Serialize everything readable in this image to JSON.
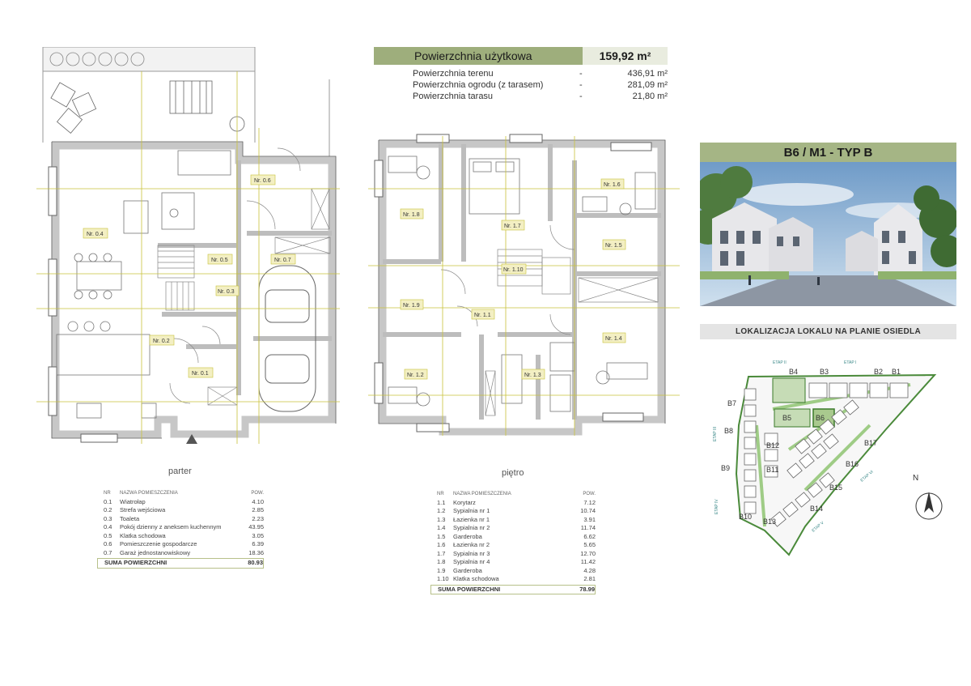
{
  "summary": {
    "title": "Powierzchnia użytkowa",
    "title_value": "159,92 m²",
    "rows": [
      {
        "name": "Powierzchnia terenu",
        "dash": "-",
        "value": "436,91 m²"
      },
      {
        "name": "Powierzchnia ogrodu (z tarasem)",
        "dash": "-",
        "value": "281,09 m²"
      },
      {
        "name": "Powierzchnia tarasu",
        "dash": "-",
        "value": "21,80 m²"
      }
    ]
  },
  "ground_floor": {
    "caption": "parter",
    "rooms": [
      "Nr. 0.1",
      "Nr. 0.2",
      "Nr. 0.3",
      "Nr. 0.4",
      "Nr. 0.5",
      "Nr. 0.6",
      "Nr. 0.7"
    ],
    "table": {
      "headers": {
        "nr": "NR",
        "name": "NAZWA POMIESZCZENIA",
        "area": "POW."
      },
      "rows": [
        {
          "nr": "0.1",
          "name": "Wiatrołap",
          "area": "4.10"
        },
        {
          "nr": "0.2",
          "name": "Strefa wejściowa",
          "area": "2.85"
        },
        {
          "nr": "0.3",
          "name": "Toaleta",
          "area": "2.23"
        },
        {
          "nr": "0.4",
          "name": "Pokój dzienny z aneksem kuchennym",
          "area": "43.95"
        },
        {
          "nr": "0.5",
          "name": "Klatka schodowa",
          "area": "3.05"
        },
        {
          "nr": "0.6",
          "name": "Pomieszczenie gospodarcze",
          "area": "6.39"
        },
        {
          "nr": "0.7",
          "name": "Garaż jednostanowiskowy",
          "area": "18.36"
        }
      ],
      "sum_label": "SUMA POWIERZCHNI",
      "sum_value": "80.93"
    }
  },
  "upper_floor": {
    "caption": "piętro",
    "rooms": [
      "Nr. 1.1",
      "Nr. 1.2",
      "Nr. 1.3",
      "Nr. 1.4",
      "Nr. 1.5",
      "Nr. 1.6",
      "Nr. 1.7",
      "Nr. 1.8",
      "Nr. 1.9",
      "Nr. 1.10"
    ],
    "table": {
      "headers": {
        "nr": "NR",
        "name": "NAZWA POMIESZCZENIA",
        "area": "POW."
      },
      "rows": [
        {
          "nr": "1.1",
          "name": "Korytarz",
          "area": "7.12"
        },
        {
          "nr": "1.2",
          "name": "Sypialnia nr 1",
          "area": "10.74"
        },
        {
          "nr": "1.3",
          "name": "Łazienka nr 1",
          "area": "3.91"
        },
        {
          "nr": "1.4",
          "name": "Sypialnia nr 2",
          "area": "11.74"
        },
        {
          "nr": "1.5",
          "name": "Garderoba",
          "area": "6.62"
        },
        {
          "nr": "1.6",
          "name": "Łazienka nr 2",
          "area": "5.65"
        },
        {
          "nr": "1.7",
          "name": "Sypialnia nr 3",
          "area": "12.70"
        },
        {
          "nr": "1.8",
          "name": "Sypialnia nr 4",
          "area": "11.42"
        },
        {
          "nr": "1.9",
          "name": "Garderoba",
          "area": "4.28"
        },
        {
          "nr": "1.10",
          "name": "Klatka schodowa",
          "area": "2.81"
        }
      ],
      "sum_label": "SUMA POWIERZCHNI",
      "sum_value": "78.99"
    }
  },
  "unit": {
    "title": "B6 / M1 - TYP B"
  },
  "location": {
    "title": "LOKALIZACJA LOKALU NA PLANIE OSIEDLA",
    "buildings": [
      "B1",
      "B2",
      "B3",
      "B4",
      "B5",
      "B6",
      "B7",
      "B8",
      "B9",
      "B10",
      "B11",
      "B12",
      "B13",
      "B14",
      "B15",
      "B16",
      "B17"
    ],
    "stages": [
      "ETAP I",
      "ETAP II",
      "ETAP III",
      "ETAP IV",
      "ETAP V",
      "ETAP VI"
    ],
    "compass": "N"
  },
  "colors": {
    "accent_green": "#a5b585",
    "guide_line": "#c8c23a",
    "wall": "#d9d9d9"
  }
}
